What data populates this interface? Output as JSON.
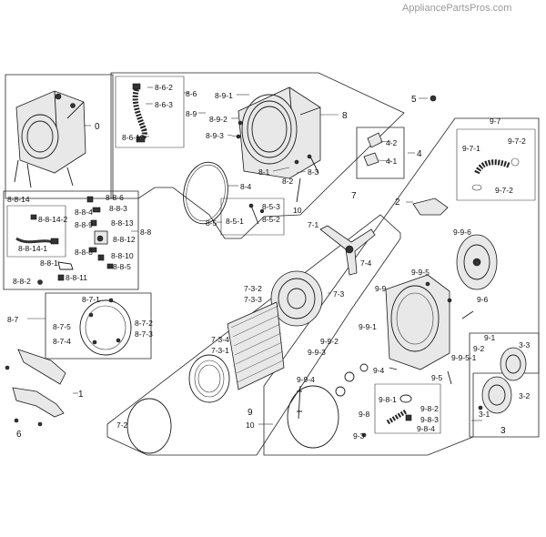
{
  "watermark": "AppliancePartsPros.com",
  "labels": {
    "l0": "0",
    "l1": "1",
    "l2": "2",
    "l3": "3",
    "l4": "4",
    "l5": "5",
    "l6": "6",
    "l7": "7",
    "l8": "8",
    "l9": "9",
    "l10a": "10",
    "l10b": "10",
    "l8_6": "8-6",
    "l8_6_2": "8-6-2",
    "l8_6_3": "8-6-3",
    "l8_6_1": "8-6-1",
    "l8_9": "8-9",
    "l8_9_1": "8-9-1",
    "l8_9_2": "8-9-2",
    "l8_9_3": "8-9-3",
    "l8_1": "8-1",
    "l8_2": "8-2",
    "l8_3": "8-3",
    "l8_4": "8-4",
    "l8_5": "8-5",
    "l8_5_1": "8-5-1",
    "l8_5_2": "8-5-2",
    "l8_5_3": "8-5-3",
    "l8_8": "8-8",
    "l8_8_14": "8-8-14",
    "l8_8_14_2": "8-8-14-2",
    "l8_8_14_1": "8-8-14-1",
    "l8_8_6": "8-8-6",
    "l8_8_3": "8-8-3",
    "l8_8_4": "8-8-4",
    "l8_8_13": "8-8-13",
    "l8_8_9": "8-8-9",
    "l8_8_12": "8-8-12",
    "l8_8_8": "8-8-8",
    "l8_8_10": "8-8-10",
    "l8_8_1": "8-8-1",
    "l8_8_5": "8-8-5",
    "l8_8_2": "8-8-2",
    "l8_8_11": "8-8-11",
    "l8_7": "8-7",
    "l8_7_1": "8-7-1",
    "l8_7_5": "8-7-5",
    "l8_7_4": "8-7-4",
    "l8_7_2": "8-7-2",
    "l8_7_3": "8-7-3",
    "l4_2": "4-2",
    "l4_1": "4-1",
    "l7_1": "7-1",
    "l7_4": "7-4",
    "l7_2": "7-2",
    "l7_3_2": "7-3-2",
    "l7_3_3": "7-3-3",
    "l7_3": "7-3",
    "l7_3_4": "7-3-4",
    "l7_3_1": "7-3-1",
    "l9_7": "9-7",
    "l9_7_1": "9-7-1",
    "l9_7_2a": "9-7-2",
    "l9_7_2b": "9-7-2",
    "l9_9_6": "9-9-6",
    "l9_9_5": "9-9-5",
    "l9_9": "9-9",
    "l9_6": "9-6",
    "l9_9_1": "9-9-1",
    "l9_9_2": "9-9-2",
    "l9_9_3": "9-9-3",
    "l9_9_4": "9-9-4",
    "l9_4": "9-4",
    "l9_1": "9-1",
    "l9_2": "9-2",
    "l9_9_5_1": "9-9-5-1",
    "l9_5": "9-5",
    "l9_8_1": "9-8-1",
    "l9_8": "9-8",
    "l9_8_2": "9-8-2",
    "l9_8_3": "9-8-3",
    "l9_8_4": "9-8-4",
    "l9_3": "9-3",
    "l3_3": "3-3",
    "l3_2": "3-2",
    "l3_1": "3-1"
  }
}
